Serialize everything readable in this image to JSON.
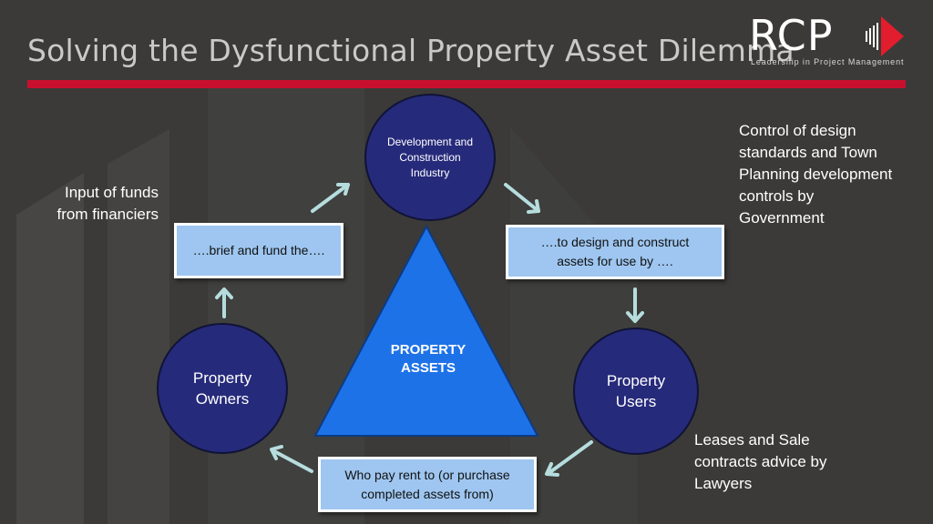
{
  "title": "Solving the Dysfunctional Property Asset Dilemma",
  "logo": {
    "word": "RCP",
    "tagline": "Leadership in Project Management"
  },
  "colors": {
    "background": "#3b3a38",
    "title_rule": "#c8102e",
    "circle_fill": "#262a7a",
    "box_fill": "#9ec6f0",
    "triangle_fill": "#1e72e8",
    "arrow": "#b6ddde"
  },
  "nodes": {
    "development": "Development and Construction Industry",
    "owners": "Property Owners",
    "users": "Property Users",
    "center": "PROPERTY ASSETS"
  },
  "steps": {
    "brief": "….brief and fund the….",
    "design": "….to design and construct assets for use by ….",
    "rent": "Who pay rent to (or purchase completed assets from)"
  },
  "notes": {
    "funds": "Input of funds from financiers",
    "control": "Control of design standards and Town Planning development controls by Government",
    "leases": "Leases and Sale contracts advice by Lawyers"
  }
}
